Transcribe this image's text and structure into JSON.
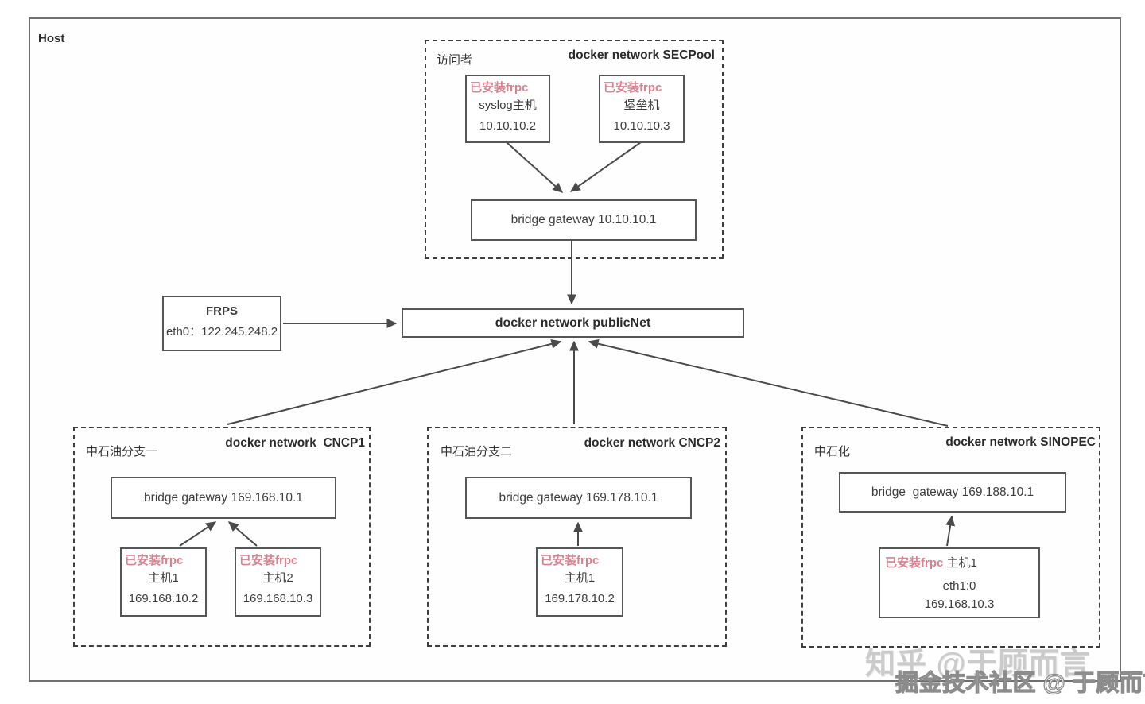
{
  "host_label": "Host",
  "secpool": {
    "visitor_label": "访问者",
    "title": "docker network SECPool",
    "gateway": "bridge gateway 10.10.10.1",
    "nodes": [
      {
        "frpc_badge": "已安装frpc",
        "name": "syslog主机",
        "ip": "10.10.10.2"
      },
      {
        "frpc_badge": "已安装frpc",
        "name": "堡垒机",
        "ip": "10.10.10.3"
      }
    ]
  },
  "frps": {
    "title": "FRPS",
    "interface": "eth0：122.245.248.2"
  },
  "publicnet": {
    "title": "docker network publicNet"
  },
  "networks": [
    {
      "label": "中石油分支一",
      "title": "docker network  CNCP1",
      "gateway": "bridge gateway 169.168.10.1",
      "nodes": [
        {
          "frpc_badge": "已安装frpc",
          "name": "主机1",
          "ip": "169.168.10.2"
        },
        {
          "frpc_badge": "已安装frpc",
          "name": "主机2",
          "ip": "169.168.10.3"
        }
      ]
    },
    {
      "label": "中石油分支二",
      "title": "docker network CNCP2",
      "gateway": "bridge gateway 169.178.10.1",
      "nodes": [
        {
          "frpc_badge": "已安装frpc",
          "name": "主机1",
          "ip": "169.178.10.2"
        }
      ]
    },
    {
      "label": "中石化",
      "title": "docker network SINOPEC",
      "gateway": "bridge  gateway 169.188.10.1",
      "nodes": [
        {
          "frpc_badge": "已安装frpc",
          "name": "主机1",
          "iface": "eth1:0",
          "ip": "169.168.10.3"
        }
      ]
    }
  ],
  "watermarks": {
    "zhihu": "知乎 @于顾而言",
    "juejin": "掘金技术社区 @ 于顾而言"
  },
  "colors": {
    "frpc_badge": "#d9818e",
    "box_border": "#565656",
    "dashed_border": "#3f3f3f",
    "arrow": "#4a4a4a"
  }
}
